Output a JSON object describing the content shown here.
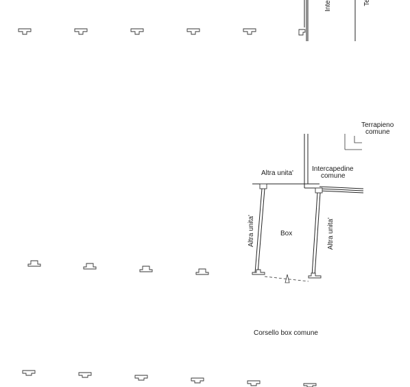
{
  "labels": {
    "terrapieno_top_partial": "Te",
    "intercapedine_top_partial": "Inte",
    "terrapieno_l1": "Terrapieno",
    "terrapieno_l2": "comune",
    "altra_unita_top": "Altra unita'",
    "intercapedine_l1": "Intercapedine",
    "intercapedine_l2": "comune",
    "altra_unita_left": "Altra unita'",
    "altra_unita_right": "Altra unita'",
    "box": "Box",
    "corsello": "Corsello box comune"
  },
  "colors": {
    "line": "#222222",
    "text": "#1a1a1a",
    "background": "#ffffff"
  }
}
